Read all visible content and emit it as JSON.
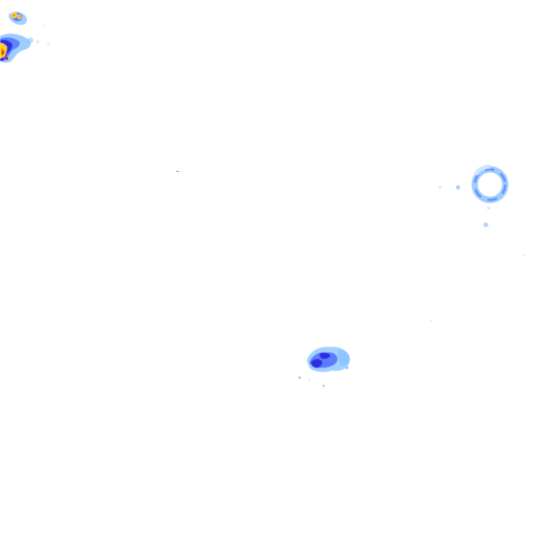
{
  "map": {
    "type": "weather-radar-overlay",
    "background": "#ffffff"
  },
  "legend_colors": {
    "very_light": "#cfe6ff",
    "light": "#8cc4ff",
    "moderate": "#5a7cff",
    "heavy": "#2f2fe0",
    "very_heavy": "#ffd400",
    "intense": "#ff6a00",
    "extreme": "#d40000"
  },
  "echoes": [
    {
      "name": "top-left-cell",
      "intensity": "very_heavy"
    },
    {
      "name": "top-left-small-cell",
      "intensity": "very_heavy"
    },
    {
      "name": "right-ring-cell",
      "intensity": "light"
    },
    {
      "name": "lower-middle-cell",
      "intensity": "heavy"
    },
    {
      "name": "small-specks",
      "intensity": "very_light"
    }
  ]
}
